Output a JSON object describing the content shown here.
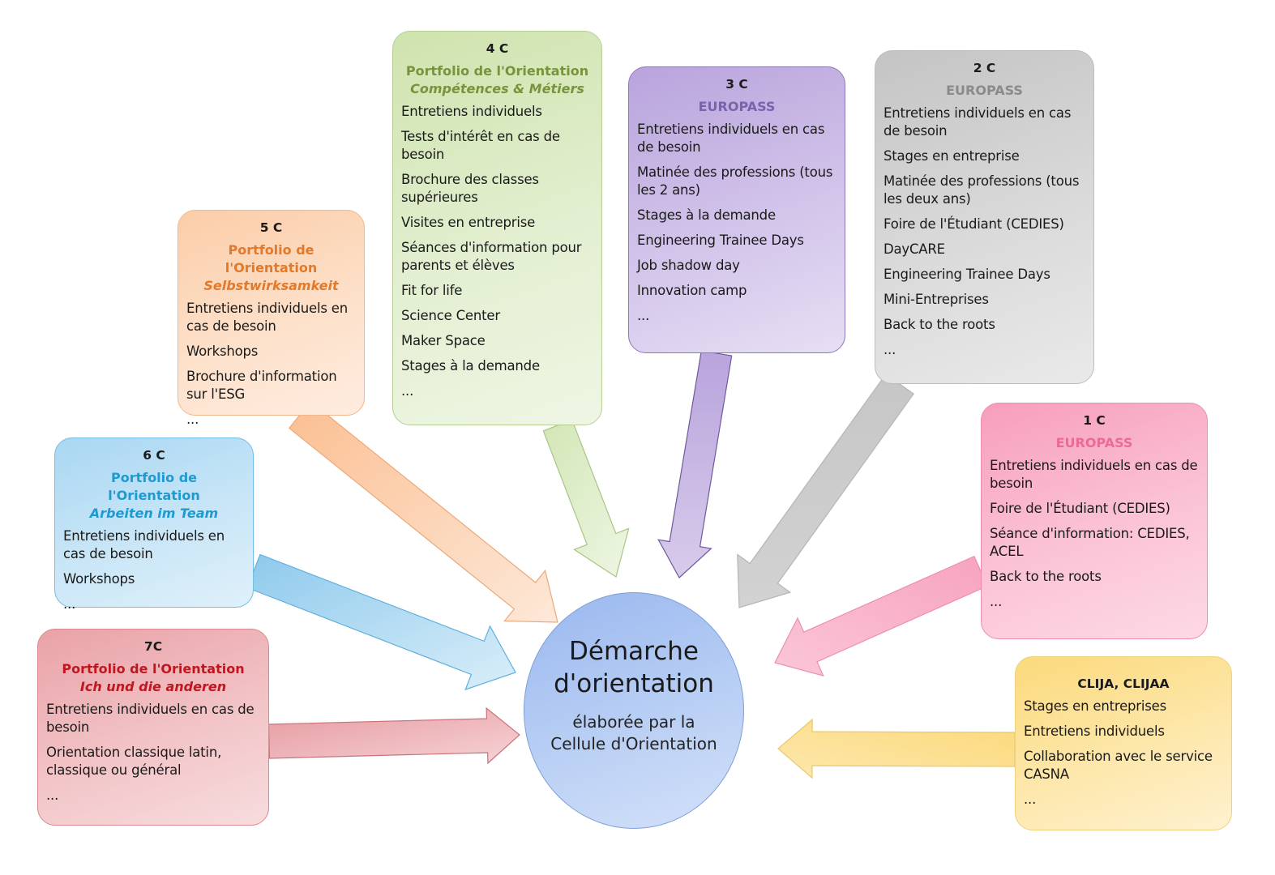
{
  "center": {
    "title_line1": "Démarche",
    "title_line2": "d'orientation",
    "subtitle_line1": "élaborée par la",
    "subtitle_line2": "Cellule d'Orientation",
    "color": "#9ab8ef"
  },
  "boxes": {
    "c4": {
      "grade": "4 C",
      "subtitle": "Portfolio de l'Orientation",
      "subtitle2": "Compétences & Métiers",
      "color": "#cfe3ad",
      "items": [
        "Entretiens individuels",
        "Tests d'intérêt en cas de besoin",
        "Brochure des classes supérieures",
        "Visites en entreprise",
        "Séances d'information pour parents et élèves",
        "Fit for life",
        "Science Center",
        "Maker Space",
        "Stages à la demande",
        "..."
      ]
    },
    "c5": {
      "grade": "5 C",
      "subtitle": "Portfolio de l'Orientation",
      "subtitle2": "Selbstwirksamkeit",
      "color": "#fbcda8",
      "items": [
        "Entretiens individuels en cas de besoin",
        "Workshops",
        "Brochure d'information sur l'ESG",
        "..."
      ]
    },
    "c6": {
      "grade": "6 C",
      "subtitle": "Portfolio de l'Orientation",
      "subtitle2": "Arbeiten im Team",
      "color": "#a9d7f2",
      "items": [
        "Entretiens individuels en cas de besoin",
        "Workshops",
        "..."
      ]
    },
    "c7": {
      "grade": "7C",
      "subtitle": "Portfolio de l'Orientation",
      "subtitle2": "Ich und die anderen",
      "color": "#e9a2a7",
      "items": [
        "Entretiens individuels en cas de besoin",
        "Orientation classique latin, classique ou général",
        "..."
      ]
    },
    "c3": {
      "grade": "3 C",
      "subtitle": "EUROPASS",
      "color": "#b9a4dc",
      "items": [
        "Entretiens individuels en cas de besoin",
        "Matinée des professions (tous les 2 ans)",
        "Stages à la demande",
        "Engineering Trainee Days",
        "Job shadow day",
        "Innovation camp",
        "..."
      ]
    },
    "c2": {
      "grade": "2 C",
      "subtitle": "EUROPASS",
      "color": "#c4c4c4",
      "items": [
        "Entretiens individuels en cas de besoin",
        "Stages en entreprise",
        "Matinée des professions (tous les deux ans)",
        "Foire de l'Étudiant (CEDIES)",
        "DayCARE",
        "Engineering Trainee Days",
        "Mini-Entreprises",
        "Back to the roots",
        "..."
      ]
    },
    "c1": {
      "grade": "1 C",
      "subtitle": "EUROPASS",
      "color": "#f79ebd",
      "items": [
        "Entretiens individuels en cas de besoin",
        "Foire de l'Étudiant (CEDIES)",
        "Séance d'information:  CEDIES, ACEL",
        "Back to the roots",
        "..."
      ]
    },
    "clija": {
      "grade": "CLIJA, CLIJAA",
      "color": "#fbda7c",
      "items": [
        "Stages en entreprises",
        "Entretiens individuels",
        "Collaboration avec le service CASNA",
        "..."
      ]
    }
  },
  "arrows": [
    {
      "from": "c4",
      "to": "center",
      "fill": "#dcebc6",
      "stroke": "#a9c584"
    },
    {
      "from": "c5",
      "to": "center",
      "fill": "#fccfae",
      "stroke": "#eaa97a"
    },
    {
      "from": "c6",
      "to": "center",
      "fill": "#a9d6f1",
      "stroke": "#5fb0dc"
    },
    {
      "from": "c7",
      "to": "center",
      "fill": "#eeb1b5",
      "stroke": "#c9747a"
    },
    {
      "from": "c3",
      "to": "center",
      "fill": "#c5b3e3",
      "stroke": "#6f5a9f"
    },
    {
      "from": "c2",
      "to": "center",
      "fill": "#cccccc",
      "stroke": "#b5b5b5"
    },
    {
      "from": "c1",
      "to": "center",
      "fill": "#f9b4cb",
      "stroke": "#ec8fae"
    },
    {
      "from": "clija",
      "to": "center",
      "fill": "#fcdf92",
      "stroke": "#eac86a"
    }
  ]
}
